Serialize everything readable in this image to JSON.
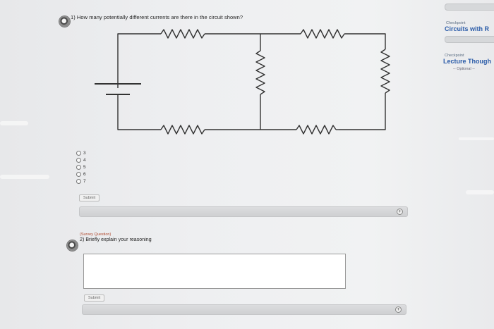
{
  "question1": {
    "text": "1) How many potentially different currents are there in the circuit shown?",
    "choices": [
      "3",
      "4",
      "5",
      "6",
      "7"
    ],
    "submit_label": "Submit"
  },
  "question2": {
    "survey_label": "(Survey Question)",
    "text": "2) Briefly explain your reasoning",
    "answer_value": "",
    "submit_label": "Submit"
  },
  "expander_icon": "plus-circle-icon",
  "sidebar": {
    "item1": {
      "kicker": "Checkpoint",
      "title": "Circuits with R"
    },
    "item2": {
      "kicker": "Checkpoint",
      "title": "Lecture Though",
      "note": "-- Optional --"
    }
  },
  "colors": {
    "link": "#2a5ba8",
    "survey": "#b14a2f",
    "wire": "#333333"
  }
}
